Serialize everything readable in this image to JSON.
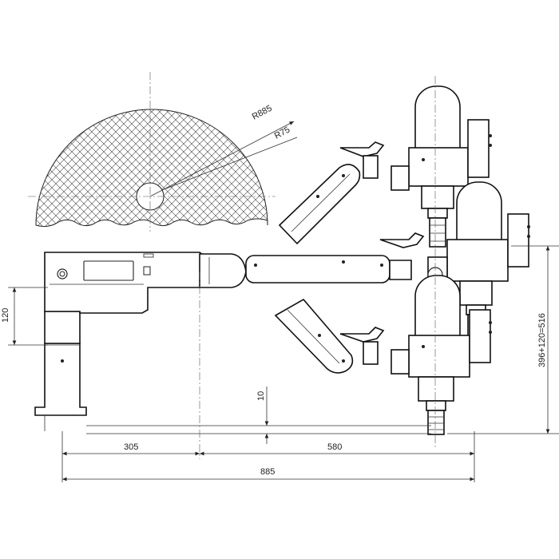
{
  "labels": {
    "radius_outer": "R885",
    "radius_inner": "R75",
    "dim_305": "305",
    "dim_580": "580",
    "dim_885": "885",
    "dim_120": "120",
    "dim_10": "10",
    "dim_516": "396+120=516"
  }
}
